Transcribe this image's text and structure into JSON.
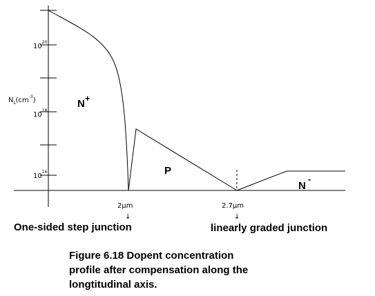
{
  "axis": {
    "y_label_main": "N",
    "y_label_sub": "s",
    "y_label_unit": "(cm",
    "y_label_exp": "-3",
    "y_label_close": ")",
    "ticks": [
      {
        "base": "10",
        "exp": "20"
      },
      {
        "base": "10",
        "exp": "18"
      },
      {
        "base": "10",
        "exp": "16"
      }
    ]
  },
  "regions": {
    "n_plus": {
      "label": "N",
      "sup": "+"
    },
    "p": {
      "label": "P"
    },
    "n_minus": {
      "label": "N",
      "sup": "-"
    }
  },
  "markers": {
    "m1": {
      "value": "2",
      "unit": "μm",
      "arrow": "↓"
    },
    "m2": {
      "value": "2.7",
      "unit": "μm",
      "arrow": "↓"
    }
  },
  "labels": {
    "step_junction": "One-sided step junction",
    "graded_junction": "linearly graded junction"
  },
  "caption": {
    "line1": "Figure 6.18 Dopent concentration",
    "line2": "profile after compensation along the",
    "line3": "longtitudinal axis."
  }
}
